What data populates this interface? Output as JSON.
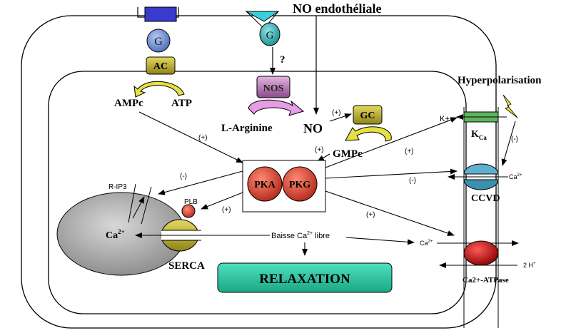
{
  "labels": {
    "no_endothelial": "NO endothéliale",
    "hyperpolarisation": "Hyperpolarisation",
    "g1": "G",
    "g2": "G",
    "question": "?",
    "ac": "AC",
    "nos": "NOS",
    "gc": "GC",
    "ampc": "AMPc",
    "atp": "ATP",
    "l_arginine": "L-Arginine",
    "no": "NO",
    "gmpc": "GMPc",
    "k_plus": "K+",
    "kca_main": "K",
    "kca_sub": "Ca",
    "ca_out": "Ca",
    "ca_out_sup": "2+",
    "ccvd": "CCVD",
    "pka": "PKA",
    "pkg": "PKG",
    "r_ip3": "R-IP3",
    "plb": "PLB",
    "ca_store": "Ca",
    "ca_store_sup": "2+",
    "serca": "SERCA",
    "baisse": "Baisse Ca",
    "baisse_sup": "2+",
    "baisse_end": " libre",
    "ca_right": "Ca",
    "ca_right_sup": "2+",
    "two_h": "2 H",
    "two_h_sup": "+",
    "ca_atpase": "Ca2+-ATPase",
    "relaxation": "RELAXATION",
    "plus_1": "(+)",
    "plus_2": "(+)",
    "plus_3": "(+)",
    "plus_4": "(+)",
    "plus_5": "(+)",
    "plus_6": "(+)",
    "minus_1": "(-)",
    "minus_2": "(-)",
    "minus_3": "(-)"
  },
  "colors": {
    "receptor": "#3a3acc",
    "g_protein": "#6f8fd0",
    "g_protein_2": "#2aa6a6",
    "enzyme": "#b5a82a",
    "nos": "#b070b0",
    "pka_pkg": "#c43a2e",
    "store": "#9e9e9e",
    "channel_k": "#5fb55f",
    "channel_ca": "#5fb0d0",
    "pump": "#b01010",
    "relax_box": "#2ec7a0",
    "bolt": "#f3e23a"
  }
}
